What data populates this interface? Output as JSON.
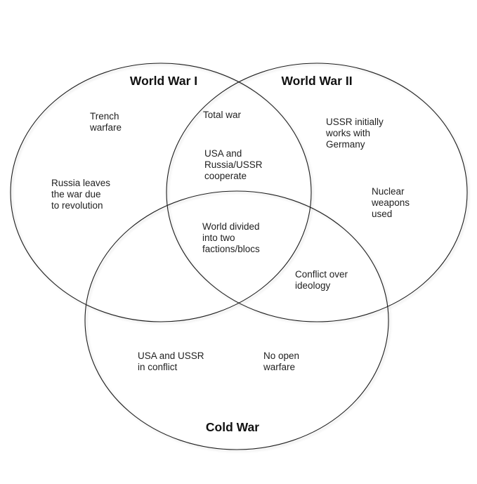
{
  "diagram": {
    "type": "venn",
    "background_color": "#ffffff",
    "stroke_color": "#1c1c1c",
    "text_color": "#212121",
    "sets": [
      {
        "id": "ww1",
        "title": "World War I"
      },
      {
        "id": "ww2",
        "title": "World War II"
      },
      {
        "id": "coldwar",
        "title": "Cold War"
      }
    ],
    "titles": {
      "ww1": "World War I",
      "ww2": "World War II",
      "coldwar": "Cold War"
    },
    "labels": [
      {
        "id": "trench-warfare",
        "region": "World War I only",
        "text": "Trench\nwarfare"
      },
      {
        "id": "russia-leaves",
        "region": "World War I only",
        "text": "Russia leaves\nthe war due\nto revolution"
      },
      {
        "id": "total-war",
        "region": "World War I ∩ World War II",
        "text": "Total war"
      },
      {
        "id": "usa-russia-cooperate",
        "region": "World War I ∩ World War II",
        "text": "USA and\nRussia/USSR\ncooperate"
      },
      {
        "id": "ussr-germany",
        "region": "World War II only",
        "text": "USSR initially\nworks with\nGermany"
      },
      {
        "id": "nuclear-weapons",
        "region": "World War II only",
        "text": "Nuclear\nweapons\nused"
      },
      {
        "id": "world-divided",
        "region": "All three",
        "text": "World divided\ninto two\nfactions/blocs"
      },
      {
        "id": "conflict-ideology",
        "region": "World War II ∩ Cold War",
        "text": "Conflict over\nideology"
      },
      {
        "id": "usa-ussr-conflict",
        "region": "Cold War only",
        "text": "USA and USSR\nin conflict"
      },
      {
        "id": "no-open-warfare",
        "region": "Cold War only",
        "text": "No open\nwarfare"
      }
    ]
  }
}
